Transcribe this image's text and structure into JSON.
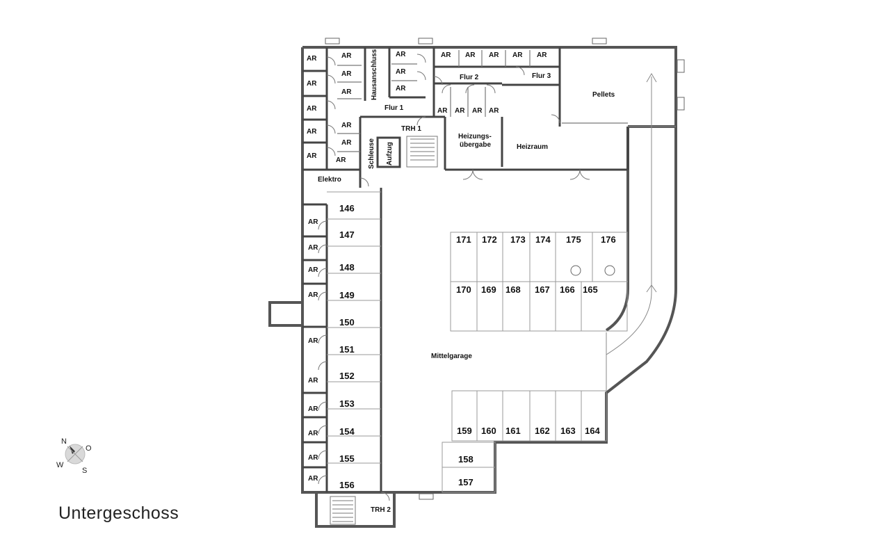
{
  "title": "Untergeschoss",
  "compass": {
    "n": "N",
    "o": "O",
    "s": "S",
    "w": "W"
  },
  "rooms": {
    "ar": "AR",
    "hausanschluss": "Hausanschluss",
    "flur1": "Flur 1",
    "flur2": "Flur 2",
    "flur3": "Flur 3",
    "pellets": "Pellets",
    "trh1": "TRH 1",
    "trh2": "TRH 2",
    "heizungs_line1": "Heizungs-",
    "heizungs_line2": "übergabe",
    "heizraum": "Heizraum",
    "schleuse": "Schleuse",
    "aufzug": "Aufzug",
    "elektro": "Elektro",
    "mittelgarage": "Mittelgarage"
  },
  "parking": {
    "left": [
      "146",
      "147",
      "148",
      "149",
      "150",
      "151",
      "152",
      "153",
      "154",
      "155",
      "156"
    ],
    "top_row": [
      "171",
      "172",
      "173",
      "174",
      "175",
      "176"
    ],
    "mid_row": [
      "170",
      "169",
      "168",
      "167",
      "166",
      "165"
    ],
    "bottom_row": [
      "159",
      "160",
      "161",
      "162",
      "163",
      "164"
    ],
    "lower": [
      "158",
      "157"
    ]
  }
}
